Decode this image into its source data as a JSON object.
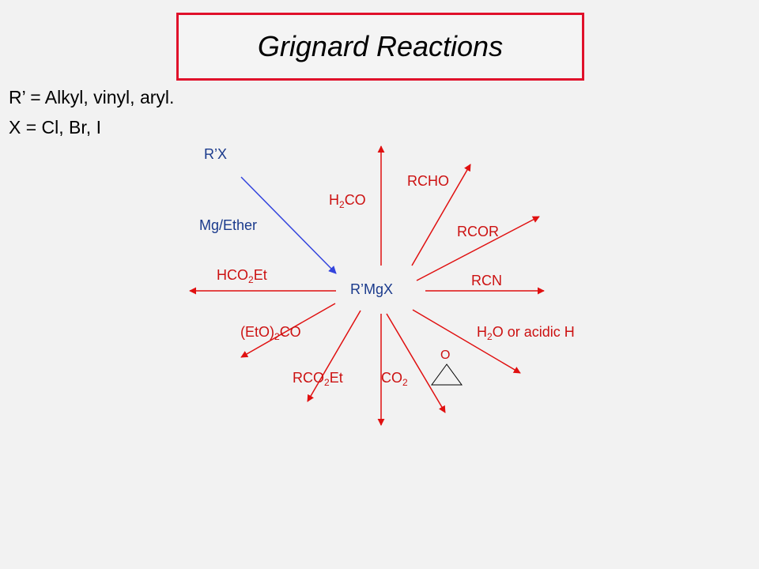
{
  "title": "Grignard Reactions",
  "definitions": [
    "R’ = Alkyl, vinyl, aryl.",
    "X = Cl, Br, I"
  ],
  "colors": {
    "reagent_arrows": "#e01010",
    "formation_arrow": "#3344dd",
    "title_border": "#e0102a",
    "reagent_text": "#cc1111",
    "center_text": "#1a3a8c"
  },
  "center": {
    "text": "R’MgX"
  },
  "precursor": {
    "text": "R’X",
    "condition": "Mg/Ether"
  },
  "reagents": {
    "h2co": {
      "a": "H",
      "sub": "2",
      "b": "CO"
    },
    "rcho": {
      "text": "RCHO"
    },
    "rcor": {
      "text": "RCOR"
    },
    "rcn": {
      "text": "RCN"
    },
    "hco2et": {
      "a": "HCO",
      "sub": "2",
      "b": "Et"
    },
    "eto2co": {
      "a": "(EtO)",
      "sub": "2",
      "b": "CO"
    },
    "rco2et": {
      "a": "RCO",
      "sub": "2",
      "b": "Et"
    },
    "co2": {
      "a": "CO",
      "sub": "2"
    },
    "epoxide": {
      "text": "O"
    },
    "water": {
      "a": "H",
      "sub": "2",
      "b": "O or acidic H"
    }
  }
}
